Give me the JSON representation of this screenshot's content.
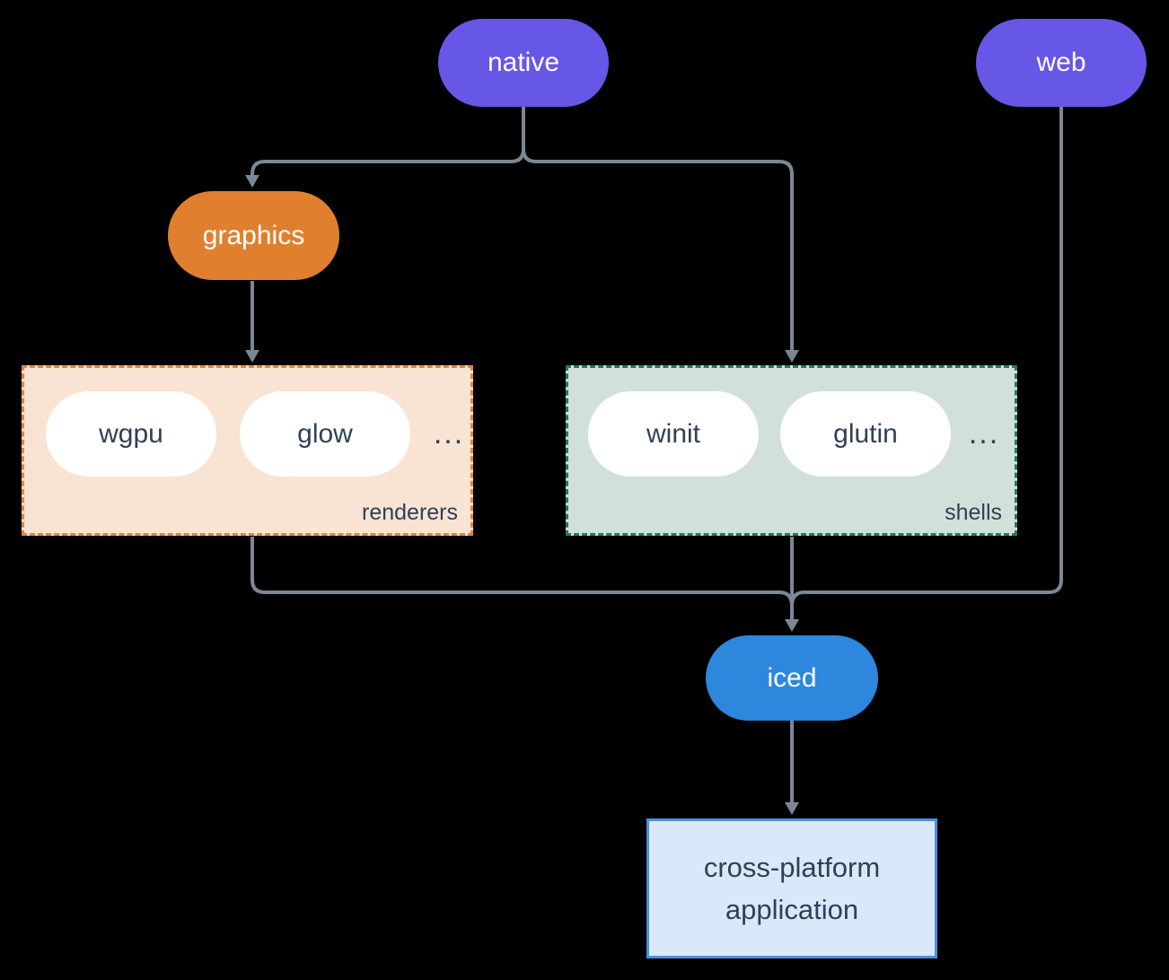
{
  "colors": {
    "bg": "#000000",
    "line": "#7b8794",
    "purple": "#6657e6",
    "orange": "#e0802f",
    "blue": "#2d87dc",
    "white-pill": "#ffffff",
    "dark-text": "#2f4154",
    "light-text": "#ffffff",
    "peach-fill": "#f9e3d3",
    "peach-border": "#e6823c",
    "sage-fill": "#d1e1da",
    "sage-border": "#22795e",
    "app-fill": "#d9e9f9",
    "app-border": "#4a90da"
  },
  "nodes": {
    "native": "native",
    "web": "web",
    "graphics": "graphics",
    "iced": "iced"
  },
  "groups": {
    "renderers": {
      "label": "renderers",
      "items": [
        "wgpu",
        "glow"
      ],
      "more": "..."
    },
    "shells": {
      "label": "shells",
      "items": [
        "winit",
        "glutin"
      ],
      "more": "..."
    }
  },
  "application": {
    "lines": [
      "cross-platform",
      "application"
    ]
  }
}
